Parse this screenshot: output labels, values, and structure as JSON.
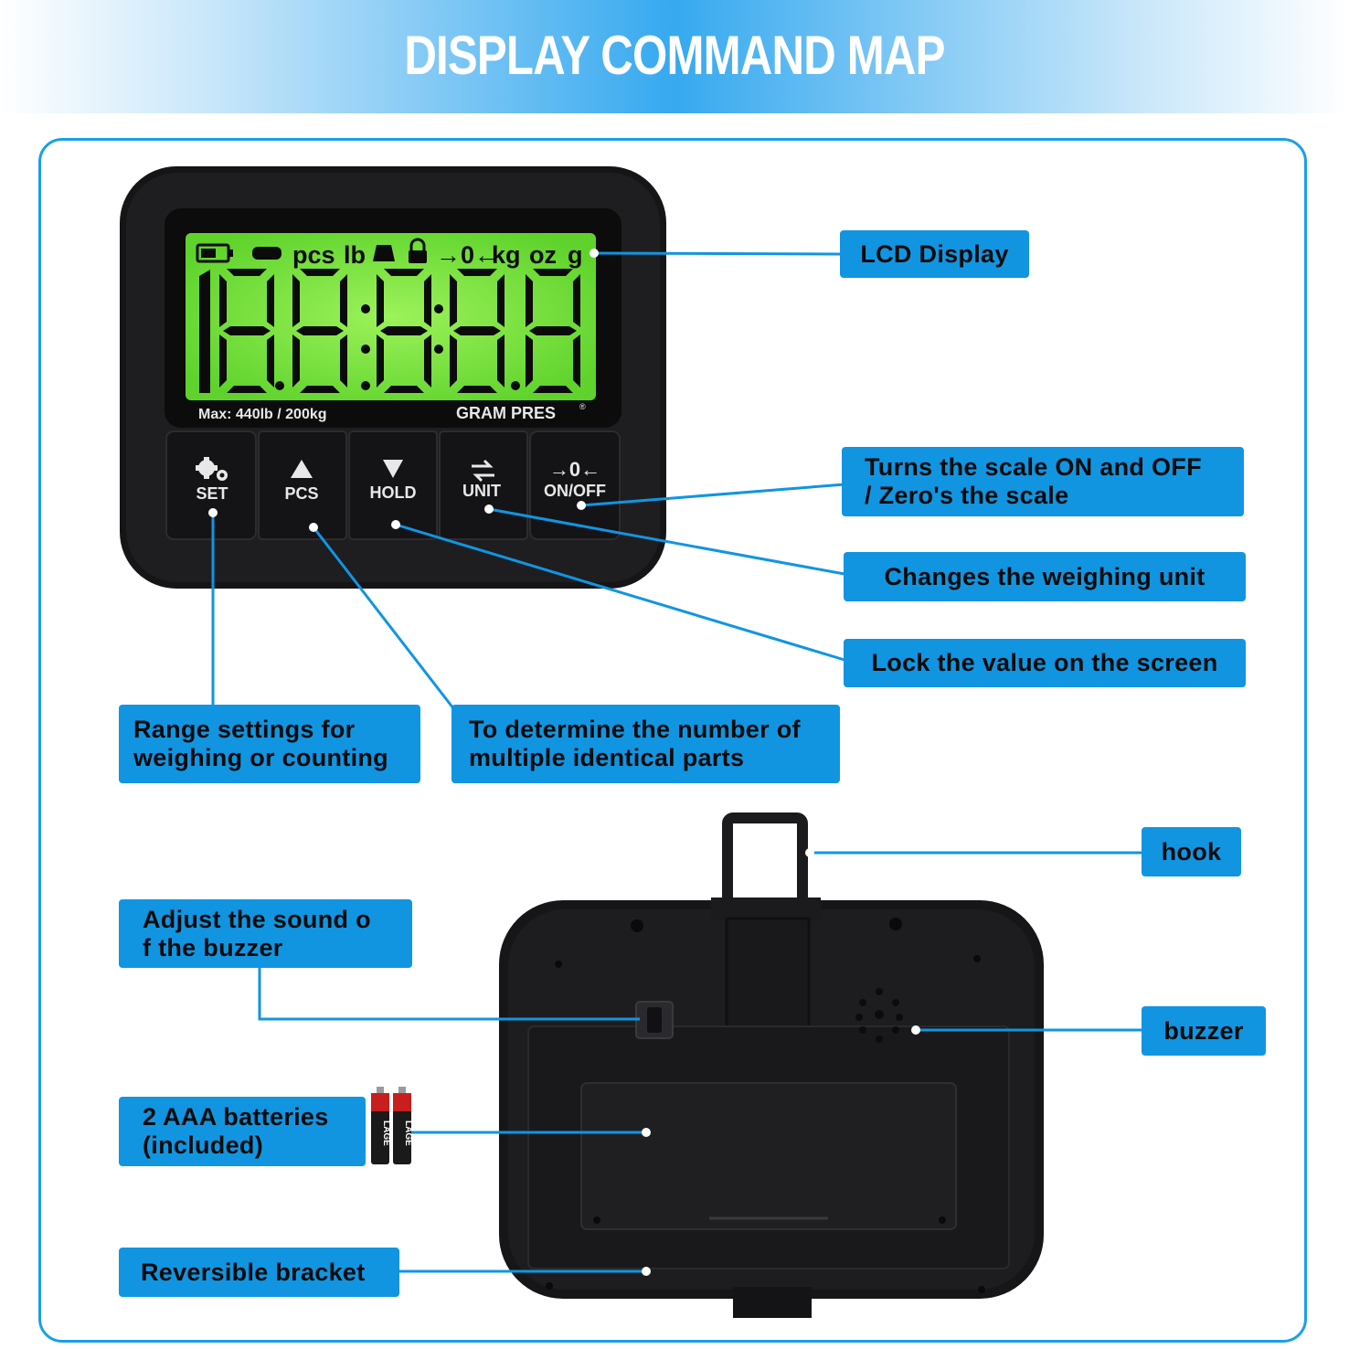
{
  "title": "DISPLAY COMMAND MAP",
  "colors": {
    "accent": "#1195e1",
    "frame": "#1aa0e5",
    "lcd": "#7be340",
    "device": "#1b1b1d"
  },
  "lcd": {
    "indicators": [
      "pcs",
      "lb",
      "kg",
      "oz",
      "g"
    ],
    "zero_indicator": "→0←",
    "digits": "188888",
    "max_label": "Max: 440lb / 200kg",
    "brand": "GRAM PRES",
    "brand_mark": "®"
  },
  "buttons": [
    {
      "label": "SET",
      "icon": "gear-icon"
    },
    {
      "label": "PCS",
      "icon": "triangle-up-icon"
    },
    {
      "label": "HOLD",
      "icon": "triangle-down-icon"
    },
    {
      "label": "UNIT",
      "icon": "swap-arrows-icon"
    },
    {
      "label": "ON/OFF",
      "icon": "zero-arrows-icon",
      "icon_text": "→0←"
    }
  ],
  "callouts": {
    "lcd_display": "LCD Display",
    "on_off_line1": "Turns the scale ON and OFF",
    "on_off_line2": "/ Zero's the scale",
    "unit": "Changes the weighing unit",
    "hold": "Lock the value on the screen",
    "set_line1": "Range settings for",
    "set_line2": "weighing or counting",
    "pcs_line1": "To determine the number of",
    "pcs_line2": "multiple identical parts",
    "hook": "hook",
    "sound_line1": "Adjust the sound o",
    "sound_line2": "f the buzzer",
    "buzzer": "buzzer",
    "batteries_line1": "2 AAA batteries",
    "batteries_line2": "(included)",
    "bracket": "Reversible bracket"
  },
  "battery_brand": "LAGE"
}
